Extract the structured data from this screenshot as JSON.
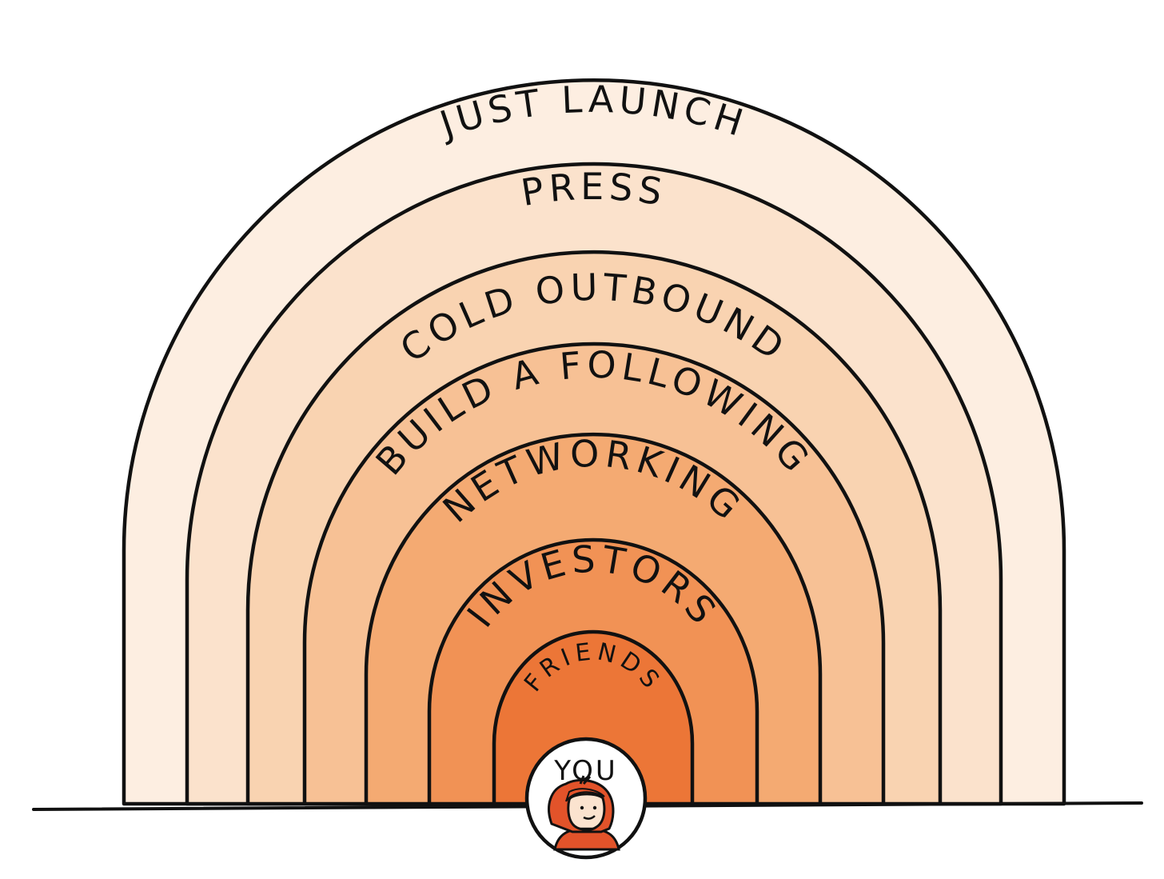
{
  "rings": [
    {
      "label": "JUST LAUNCH",
      "color": "#fdeee1"
    },
    {
      "label": "PRESS",
      "color": "#fbe2cc"
    },
    {
      "label": "COLD OUTBOUND",
      "color": "#f9d3b1"
    },
    {
      "label": "BUILD A FOLLOWING",
      "color": "#f7c195"
    },
    {
      "label": "NETWORKING",
      "color": "#f4aa72"
    },
    {
      "label": "INVESTORS",
      "color": "#f19255"
    },
    {
      "label": "FRIENDS",
      "color": "#ec7637"
    }
  ],
  "center": {
    "label": "YOU",
    "hair_color": "#e2532a",
    "skin_color": "#fbe3cf",
    "shirt_color": "#e2532a"
  },
  "colors": {
    "stroke": "#111111",
    "background": "#ffffff"
  }
}
